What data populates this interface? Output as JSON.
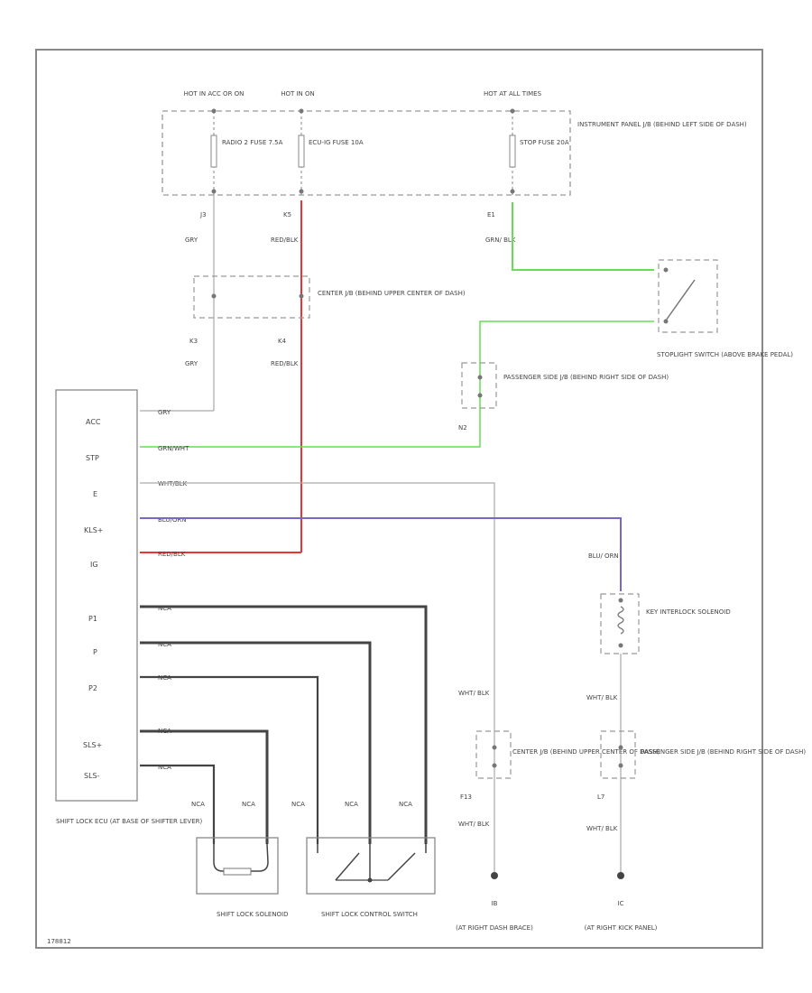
{
  "colors": {
    "green": "#66dd55",
    "red": "#ee3333",
    "purple": "#7766cc",
    "gray": "#aaaaaa",
    "dark": "#444444",
    "box": "#888888"
  },
  "fuse_box": {
    "title": "INSTRUMENT PANEL J/B (BEHIND LEFT SIDE OF DASH)",
    "hot_acc": "HOT IN ACC OR ON",
    "hot_on": "HOT IN ON",
    "hot_at": "HOT AT ALL TIMES",
    "fuse1": "RADIO 2 FUSE 7.5A",
    "fuse2": "ECU-IG FUSE 10A",
    "fuse3": "STOP FUSE 20A"
  },
  "wires": {
    "j3": "J3",
    "k5": "K5",
    "e1": "E1",
    "gry": "GRY",
    "red_blk": "RED/BLK",
    "grn_blk": "GRN/ BLK",
    "k3": "K3",
    "k4": "K4",
    "n2": "N2"
  },
  "center_jb_top": "CENTER J/B (BEHIND UPPER CENTER OF DASH)",
  "stoplight_switch": "STOPLIGHT SWITCH (ABOVE BRAKE PEDAL)",
  "passenger_jb_top": "PASSENGER SIDE J/B (BEHIND RIGHT SIDE OF DASH)",
  "ecu": {
    "pins": [
      "ACC",
      "STP",
      "E",
      "KLS+",
      "IG",
      "P1",
      "P",
      "P2",
      "SLS+",
      "SLS-"
    ],
    "wire_labels": [
      "GRY",
      "GRN/WHT",
      "WHT/BLK",
      "BLU/ORN",
      "RED/BLK",
      "NCA",
      "NCA",
      "NCA",
      "NCA",
      "NCA"
    ],
    "caption": "SHIFT LOCK ECU (AT BASE OF SHIFTER LEVER)"
  },
  "key_interlock": {
    "wire": "BLU/ ORN",
    "label": "KEY INTERLOCK SOLENOID",
    "wire_below": "WHT/ BLK"
  },
  "left_ground": {
    "wire_top": "WHT/ BLK",
    "jb": "CENTER J/B (BEHIND UPPER CENTER OF DASH)",
    "conn": "F13",
    "wire_bottom": "WHT/ BLK",
    "ground": "IB",
    "ground_loc": "(AT RIGHT DASH BRACE)"
  },
  "right_ground": {
    "jb": "PASSENGER SIDE J/B (BEHIND RIGHT SIDE OF DASH)",
    "conn": "L7",
    "wire_bottom": "WHT/ BLK",
    "ground": "IC",
    "ground_loc": "(AT RIGHT KICK PANEL)"
  },
  "solenoid": {
    "label": "SHIFT LOCK SOLENOID",
    "nca": [
      "NCA",
      "NCA"
    ]
  },
  "control_switch": {
    "label": "SHIFT LOCK CONTROL SWITCH",
    "nca": [
      "NCA",
      "NCA",
      "NCA"
    ]
  },
  "diagram_id": "178812"
}
